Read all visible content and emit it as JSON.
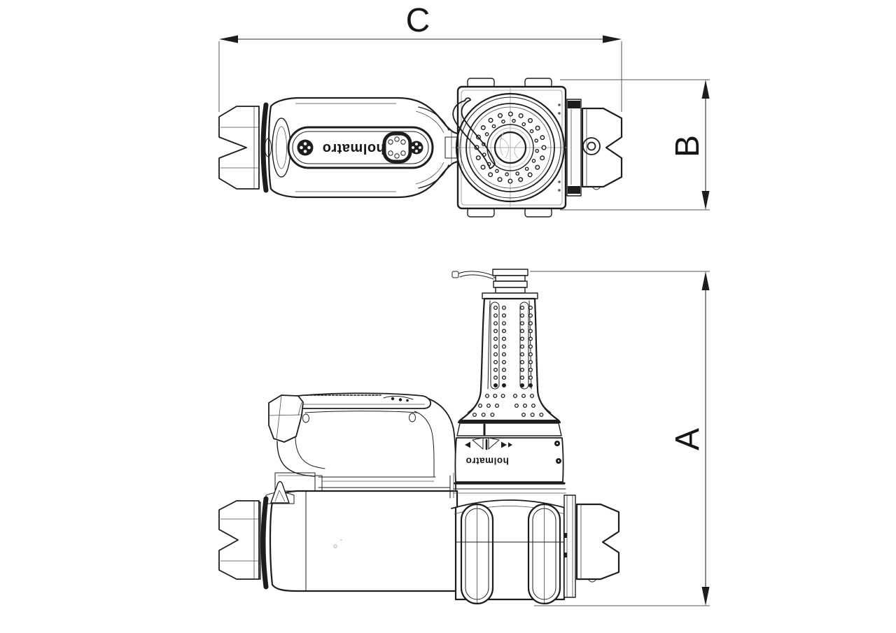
{
  "drawing": {
    "brand": "holmatro",
    "colors": {
      "line": "#1d1d1b",
      "dimension_line": "#2a2a2a",
      "centerline": "#a9a9a9",
      "background": "#ffffff"
    }
  },
  "dimensions": {
    "a": {
      "label": "A"
    },
    "b": {
      "label": "B"
    },
    "c": {
      "label": "C"
    }
  }
}
